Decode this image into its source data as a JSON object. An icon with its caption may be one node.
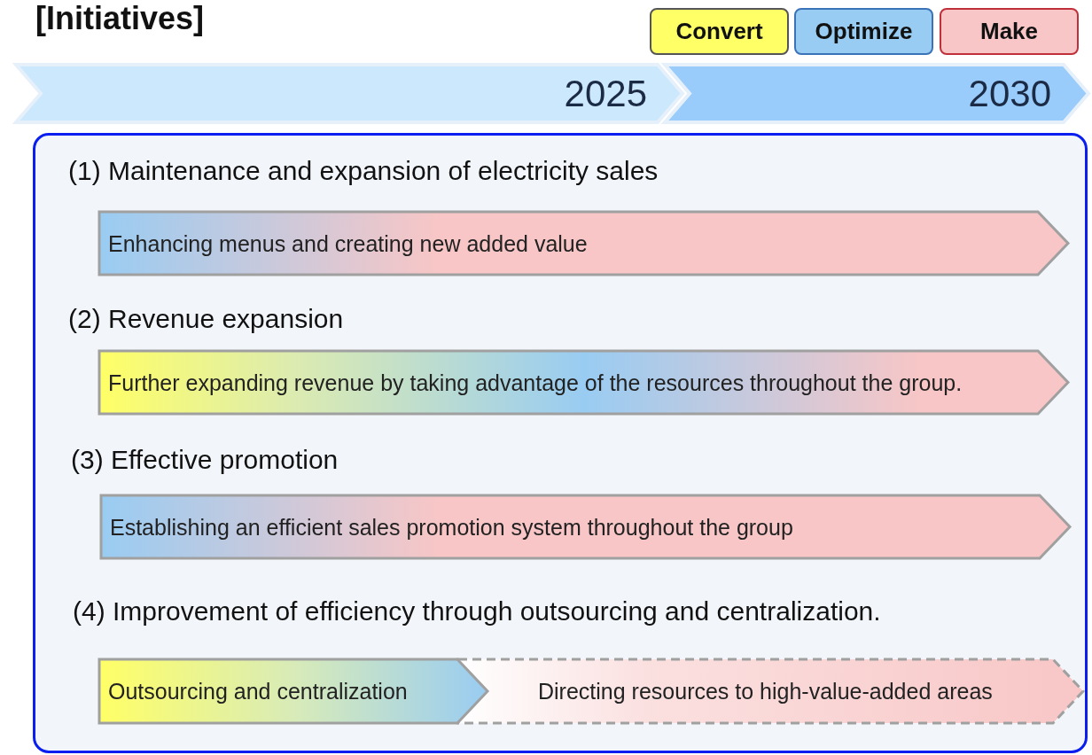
{
  "diagram": {
    "title": "[Initiatives]",
    "nodes": [
      {
        "text": [
          "2025"
        ]
      },
      {
        "text": [
          "2030"
        ]
      },
      {
        "text": [],
        "shape": "box"
      },
      {
        "text": [
          "Enhancing menus and creating new added value"
        ],
        "in": 2
      },
      {
        "text": [
          "Further expanding revenue by taking advantage of the resources throughout the group."
        ],
        "in": 2
      },
      {
        "text": [
          "Establishing an efficient sales promotion system throughout the group"
        ],
        "in": 2
      },
      {
        "text": [
          "Outsourcing and centralization"
        ],
        "in": 2
      },
      {
        "text": [
          "Directing resources to high-value-added areas"
        ],
        "in": 2
      }
    ],
    "labels": [
      "(1)  Maintenance and expansion of electricity sales",
      "(2)  Revenue expansion",
      "(3)  Effective promotion",
      "(4)  Improvement of efficiency through outsourcing and centralization."
    ],
    "legend": [
      {
        "text": "Convert",
        "color": "#ffff66"
      },
      {
        "text": "Optimize",
        "color": "#99ccf2"
      },
      {
        "text": "Make",
        "color": "#f8c6c6"
      }
    ]
  }
}
